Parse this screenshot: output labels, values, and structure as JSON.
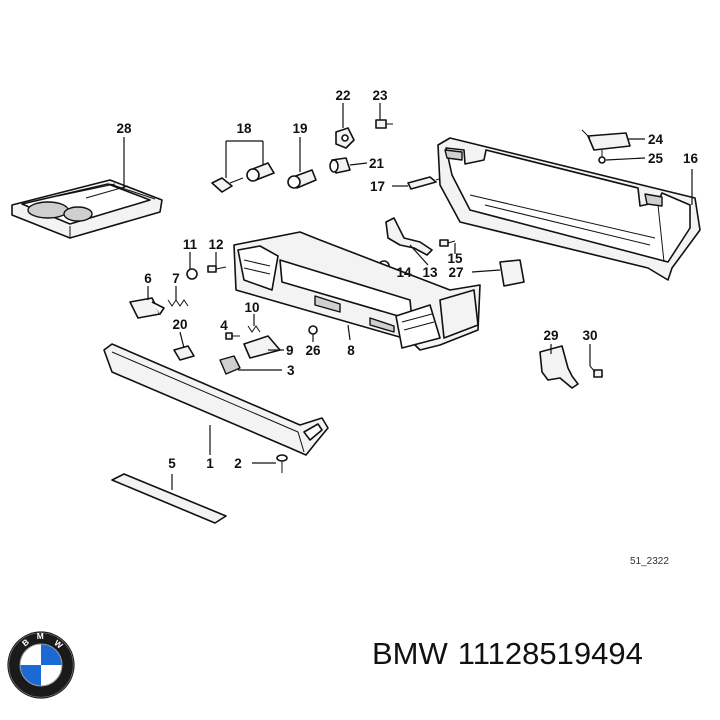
{
  "labels": {
    "n1": "1",
    "n2": "2",
    "n3": "3",
    "n4": "4",
    "n5": "5",
    "n6": "6",
    "n7": "7",
    "n8": "8",
    "n9": "9",
    "n10": "10",
    "n11": "11",
    "n12": "12",
    "n13": "13",
    "n14": "14",
    "n15": "15",
    "n16": "16",
    "n17": "17",
    "n18": "18",
    "n19": "19",
    "n20": "20",
    "n21": "21",
    "n22": "22",
    "n23": "23",
    "n24": "24",
    "n25": "25",
    "n26": "26",
    "n27": "27",
    "n28": "28",
    "n29": "29",
    "n30": "30"
  },
  "diagram_code": "51_2322",
  "brand": "BMW",
  "part_number": "11128519494",
  "logo": {
    "name": "bmw-roundel-icon",
    "blue": "#1c69d4",
    "ring": "#1a1a1a"
  }
}
